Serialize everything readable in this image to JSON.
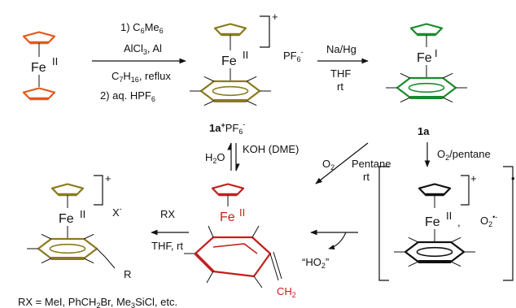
{
  "colors": {
    "ferrocene": "#e05a1e",
    "complex_olive": "#8a7a1e",
    "complex_green": "#1c8a2c",
    "complex_red": "#c0201e",
    "radical_black": "#111111"
  },
  "structures": {
    "ferrocene": {
      "metal": "Fe",
      "ox": "II"
    },
    "cation_pf6": {
      "metal": "Fe",
      "ox": "II",
      "charge": "+",
      "anion": "PF",
      "anion_sub": "6",
      "anion_sup": "-",
      "label_main": "1a",
      "label_sup": "+",
      "label_anion": "PF",
      "label_anion_sub": "6",
      "label_anion_sup": "-"
    },
    "neutral_1a": {
      "metal": "Fe",
      "ox": "I",
      "label": "1a"
    },
    "alkylated": {
      "metal": "Fe",
      "ox": "II",
      "charge": "+",
      "anion": "X",
      "anion_sup": "-",
      "r_group": "R"
    },
    "fulvene_complex": {
      "metal": "Fe",
      "ox": "II",
      "ch2": "CH",
      "ch2_sub": "2"
    },
    "radical_pair": {
      "metal": "Fe",
      "ox": "II",
      "charge": "+",
      "sep": ",",
      "superoxide": "O",
      "superoxide_sub": "2",
      "superoxide_sup": "•-",
      "dot": "•"
    }
  },
  "arrows": {
    "step1": {
      "line1_pre": "1) C",
      "line1_sub": "6",
      "line1_mid": "Me",
      "line1_sub2": "6",
      "line2": "AlCl",
      "line2_sub": "3",
      "line2_post": ", Al",
      "line3_pre": "C",
      "line3_sub": "7",
      "line3_mid": "H",
      "line3_sub2": "16",
      "line3_post": ", reflux",
      "line4_pre": "2) aq. HPF",
      "line4_sub": "6"
    },
    "step2": {
      "line1": "Na/Hg",
      "line2": "THF",
      "line3": "rt"
    },
    "step3": {
      "reagent": "O",
      "reagent_sub": "2",
      "reagent_post": "/pentane"
    },
    "step4": {
      "reagent": "O",
      "reagent_sub": "2",
      "line1": "Pentane",
      "line2": "rt"
    },
    "step5": {
      "left_pre": "H",
      "left_sub": "2",
      "left_post": "O",
      "right": "KOH (DME)"
    },
    "step6": {
      "byproduct": "“HO",
      "byproduct_sub": "2",
      "byproduct_post": "”"
    },
    "step7": {
      "line1": "RX",
      "line2": "THF, rt"
    }
  },
  "footnote": {
    "pre": "RX = MeI, PhCH",
    "sub1": "2",
    "mid": "Br, Me",
    "sub2": "3",
    "post": "SiCl, etc."
  }
}
